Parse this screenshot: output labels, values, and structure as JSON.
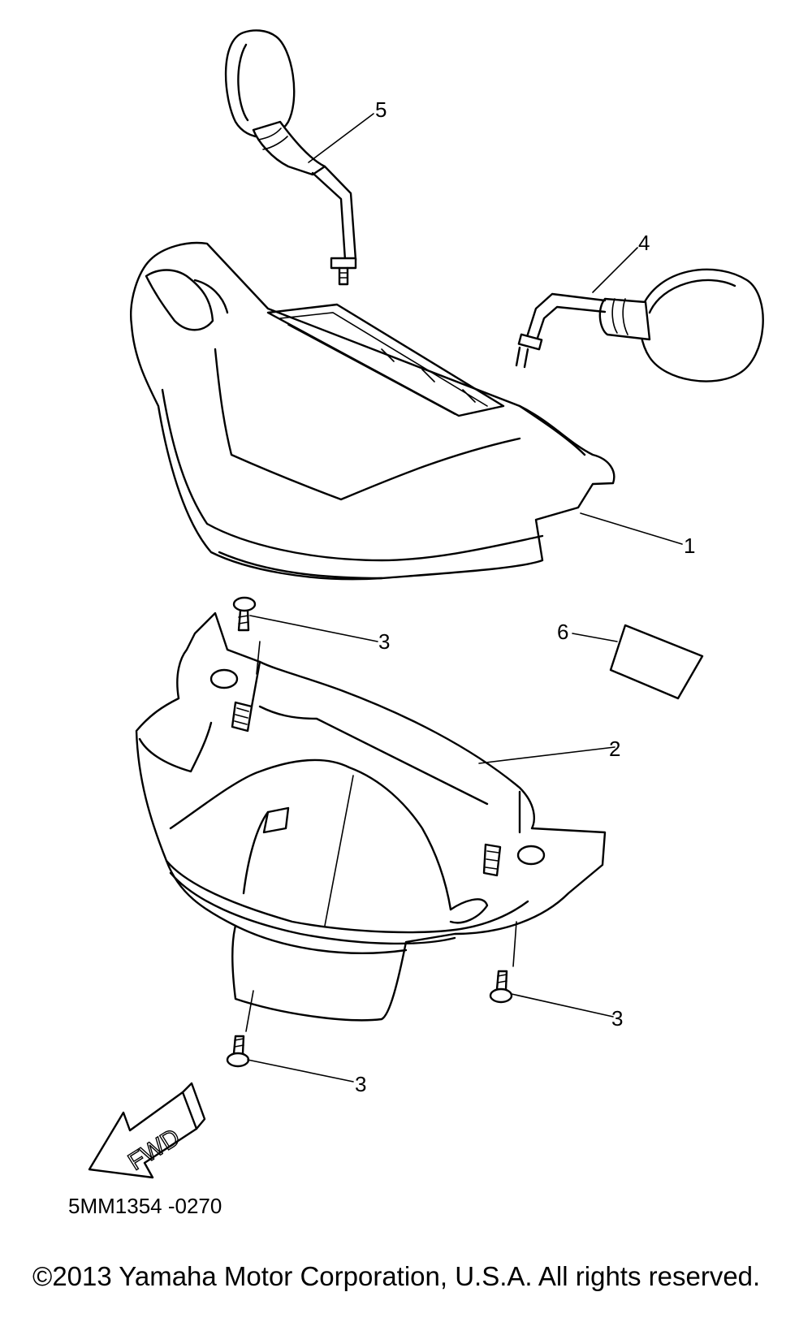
{
  "diagram": {
    "callouts": {
      "part1": "1",
      "part2": "2",
      "part3_upper": "3",
      "part3_right": "3",
      "part3_lower": "3",
      "part4": "4",
      "part5": "5",
      "part6": "6"
    },
    "fwd_label": "FWD",
    "drawing_code": "5MM1354 -0270"
  },
  "footer": {
    "copyright": "©2013 Yamaha Motor Corporation, U.S.A. All rights reserved."
  }
}
